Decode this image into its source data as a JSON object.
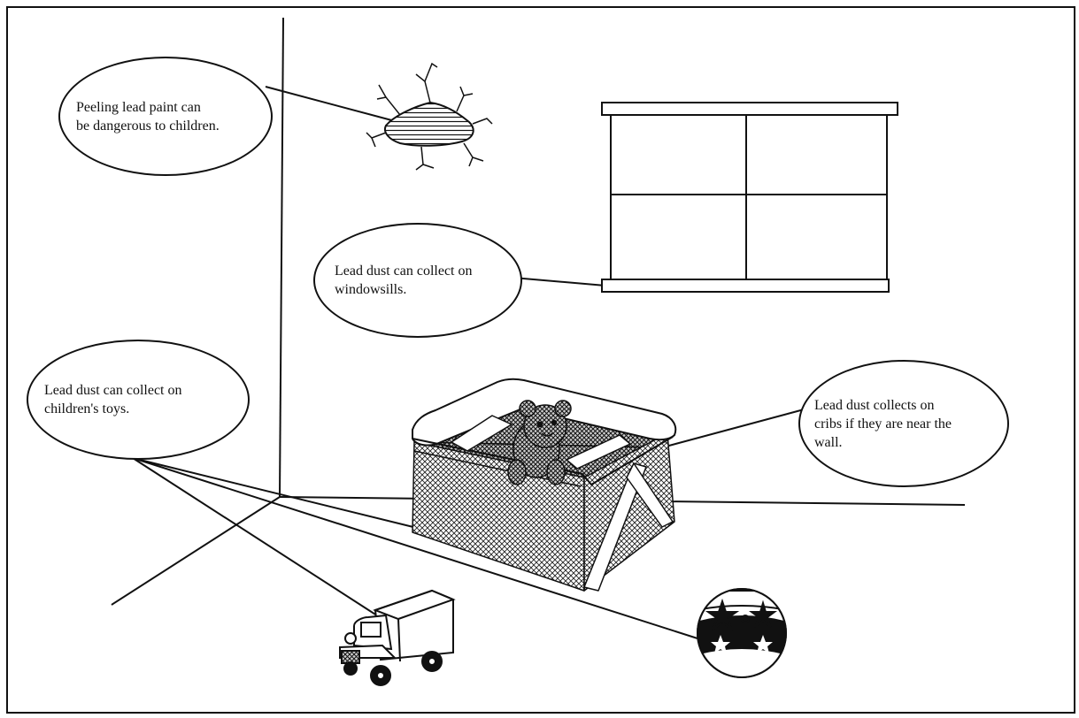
{
  "callouts": {
    "paint": "Peeling lead paint can\nbe dangerous to children.",
    "windowsill": "Lead dust can collect on\nwindowsills.",
    "toys": "Lead dust can collect on\nchildren's toys.",
    "crib": "Lead dust collects on\ncribs if they are near the\nwall."
  },
  "illustrations": {
    "paint": "peeling-paint-icon",
    "window": "window-icon",
    "crib": "playpen-crib-icon",
    "teddy": "teddy-bear-icon",
    "truck": "toy-truck-icon",
    "ball": "star-ball-icon"
  },
  "colors": {
    "ink": "#111111",
    "background": "#ffffff"
  }
}
